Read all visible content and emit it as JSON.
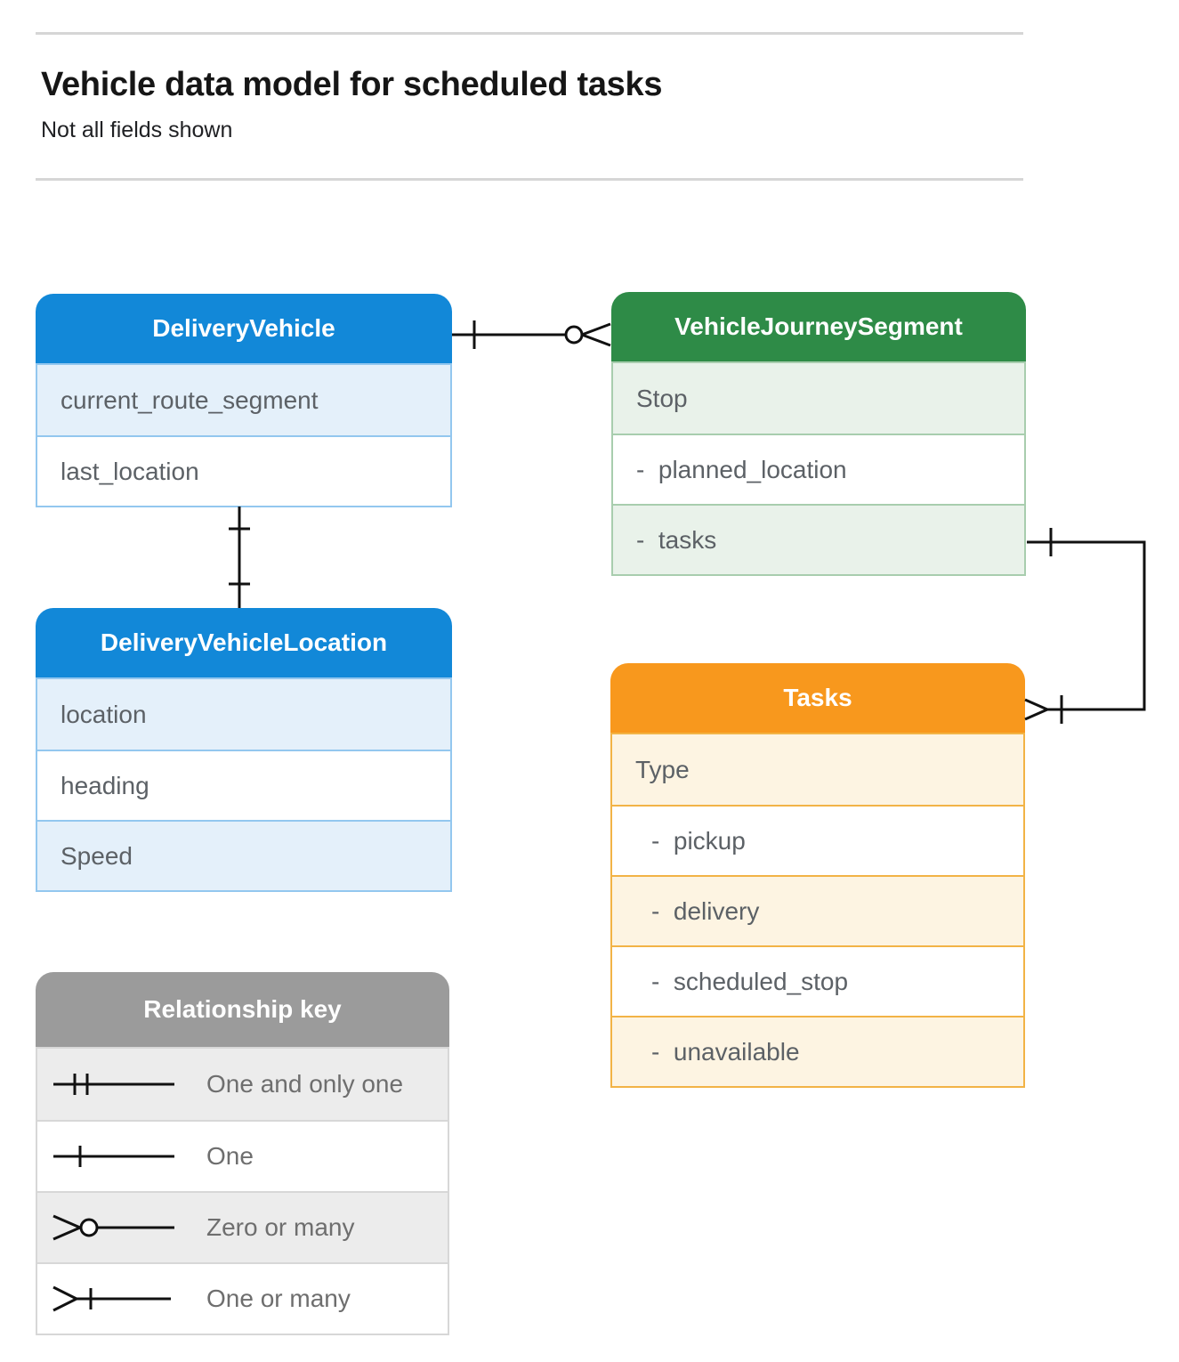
{
  "page": {
    "title": "Vehicle data model for scheduled tasks",
    "subtitle": "Not all fields shown"
  },
  "entities": [
    {
      "id": "delivery-vehicle",
      "title": "DeliveryVehicle",
      "theme": "blue",
      "fields": [
        "current_route_segment",
        "last_location"
      ]
    },
    {
      "id": "vehicle-journey-segment",
      "title": "VehicleJourneySegment",
      "theme": "green",
      "fields": [
        "Stop",
        "-  planned_location",
        "-  tasks"
      ]
    },
    {
      "id": "delivery-vehicle-location",
      "title": "DeliveryVehicleLocation",
      "theme": "blue",
      "fields": [
        "location",
        "heading",
        "Speed"
      ]
    },
    {
      "id": "tasks",
      "title": "Tasks",
      "theme": "orange",
      "fields": [
        "Type",
        "-  pickup",
        "-  delivery",
        "-  scheduled_stop",
        "-  unavailable"
      ]
    }
  ],
  "relationships": [
    {
      "from": "DeliveryVehicle",
      "to": "VehicleJourneySegment",
      "from_end": "one",
      "to_end": "zero-or-many"
    },
    {
      "from": "DeliveryVehicle",
      "to": "DeliveryVehicleLocation",
      "from_end": "one",
      "to_end": "one"
    },
    {
      "from": "VehicleJourneySegment.tasks",
      "to": "Tasks",
      "from_end": "one",
      "to_end": "one-or-many"
    }
  ],
  "legend": {
    "title": "Relationship key",
    "items": [
      {
        "symbol": "one-and-only-one",
        "label": "One and only one"
      },
      {
        "symbol": "one",
        "label": "One"
      },
      {
        "symbol": "zero-or-many",
        "label": "Zero or many"
      },
      {
        "symbol": "one-or-many",
        "label": "One or many"
      }
    ]
  },
  "colors": {
    "blue": {
      "header": "#1288d8",
      "fill": "#e4f0fa",
      "border": "#93c7ef"
    },
    "green": {
      "header": "#2e8b47",
      "fill": "#e9f2ea",
      "border": "#a8cdae"
    },
    "orange": {
      "header": "#f8981d",
      "fill": "#fdf4e2",
      "border": "#f2b346"
    },
    "gray": {
      "header": "#9b9b9b",
      "fill": "#ececec",
      "border": "#d7d7d7"
    },
    "line": "#111111",
    "field_text": "#5c6166",
    "legend_text": "#6e6e6e"
  }
}
